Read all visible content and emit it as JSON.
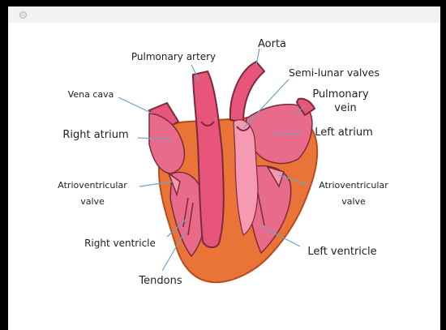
{
  "colors": {
    "muscle": "#ea7438",
    "muscle_dark": "#b84a1c",
    "chamber": "#e96b8a",
    "chamber_light": "#f59ab2",
    "vessel": "#e8557a",
    "outline": "#7a2b3a",
    "leader": "#6aa3c8",
    "text": "#222222"
  },
  "labels": {
    "pulmonary_artery": "Pulmonary artery",
    "aorta": "Aorta",
    "semi_lunar_valves": "Semi-lunar valves",
    "vena_cava": "Vena cava",
    "pulmonary_vein_line1": "Pulmonary",
    "pulmonary_vein_line2": "vein",
    "right_atrium": "Right atrium",
    "left_atrium": "Left atrium",
    "av_valve_left_line1": "Atrioventricular",
    "av_valve_left_line2": "valve",
    "av_valve_right_line1": "Atrioventricular",
    "av_valve_right_line2": "valve",
    "right_ventricle": "Right ventricle",
    "left_ventricle": "Left ventricle",
    "tendons": "Tendons"
  }
}
